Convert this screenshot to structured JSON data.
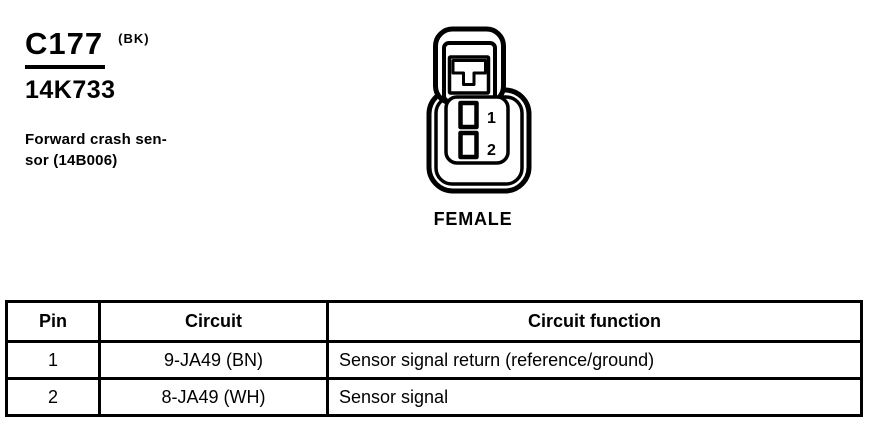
{
  "header": {
    "connector_id": "C177",
    "color_code": "(BK)",
    "part_number": "14K733",
    "description_line1": "Forward crash sen-",
    "description_line2": "sor (14B006)"
  },
  "connector": {
    "gender_label": "FEMALE",
    "pin_labels": [
      "1",
      "2"
    ]
  },
  "table": {
    "headers": [
      "Pin",
      "Circuit",
      "Circuit function"
    ],
    "rows": [
      {
        "pin": "1",
        "circuit": "9-JA49 (BN)",
        "function": "Sensor signal return (reference/ground)"
      },
      {
        "pin": "2",
        "circuit": "8-JA49 (WH)",
        "function": "Sensor signal"
      }
    ]
  },
  "colors": {
    "ink": "#000000",
    "background": "#ffffff"
  }
}
